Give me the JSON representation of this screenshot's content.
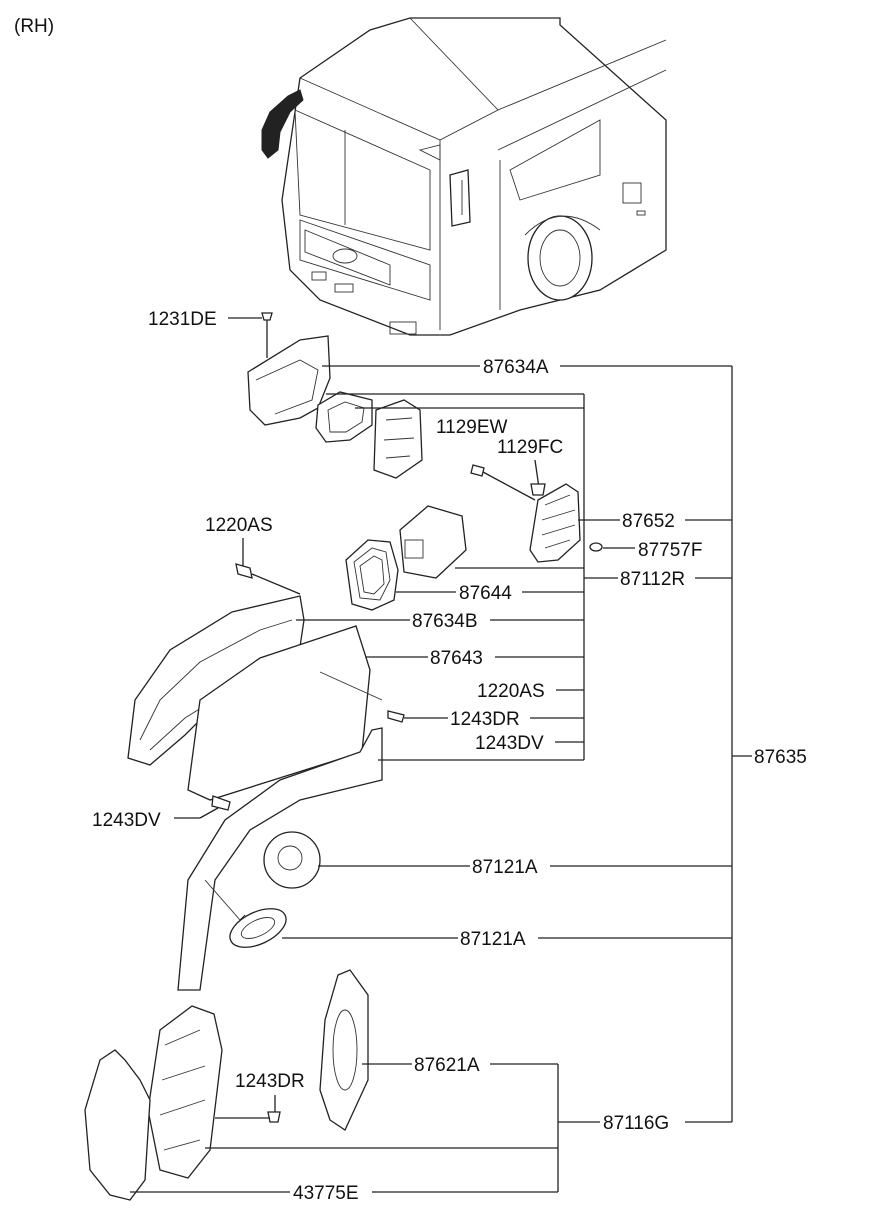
{
  "side_label": "(RH)",
  "labels": {
    "p1231DE": "1231DE",
    "p87634A": "87634A",
    "p1129EW": "1129EW",
    "p1129FC": "1129FC",
    "p87652": "87652",
    "p87757F": "87757F",
    "p1220AS_top": "1220AS",
    "p87644": "87644",
    "p87112R": "87112R",
    "p87634B": "87634B",
    "p87643": "87643",
    "p1220AS_right": "1220AS",
    "p1243DR_mid": "1243DR",
    "p1243DV_right": "1243DV",
    "p87635": "87635",
    "p1243DV_left": "1243DV",
    "p87121A_a": "87121A",
    "p87121A_b": "87121A",
    "p87621A": "87621A",
    "p1243DR_low": "1243DR",
    "p87116G": "87116G",
    "p43775E": "43775E"
  }
}
